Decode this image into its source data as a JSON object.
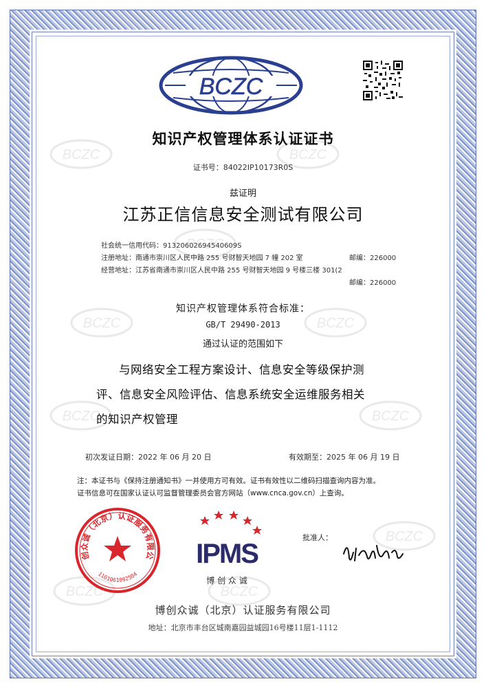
{
  "certificate": {
    "logo_text": "BCZC",
    "watermark_text": "BCZC",
    "title": "知识产权管理体系认证证书",
    "cert_number": "证书号：84022IP10173R0S",
    "hereby": "兹证明",
    "company": "江苏正信信息安全测试有限公司",
    "info": {
      "credit_code": "社会统一信用代码：91320602694540609S",
      "registered_address": "注册地址：南通市崇川区人民中路 255 号财智天地园 7 幢 202 室",
      "registered_postcode": "邮编：226000",
      "business_address": "经营地址：江苏省南通市崇川区人民中路 255 号财智天地园 9 号楼三楼 301(2",
      "business_postcode": "邮编：226000"
    },
    "standard_label": "知识产权管理体系符合标准：",
    "standard_code": "GB/T 29490-2013",
    "scope_label": "通过认证的范围如下",
    "scope_lines": [
      "与网络安全工程方案设计、信息安全等级保护测",
      "评、信息安全风险评估、信息系统安全运维服务相关",
      "的知识产权管理"
    ],
    "initial_date": "初次发证日期：2022 年 06 月 20 日",
    "expiry_date": "有效期至：2025 年 06 月 19 日",
    "note_lines": [
      "注：本证书与《保持注册通知书》一并使用方可有效。证书有效性以二维码扫描查询内容为准。",
      "证书信息可在国家认证认可监督管理委员会官方网站（www.cnca.gov.cn）上查询。"
    ],
    "seal_text": "博创众诚（北京）认证服务有限公司",
    "seal_number": "1101061092504",
    "ipms_logo": "IPMS",
    "ipms_caption": "博 创 众 诚",
    "approver_label": "批准人：",
    "issuer": "博创众诚（北京）认证服务有限公司",
    "address": "地址：北京市丰台区城南嘉园益城园16号楼11层1-1112"
  },
  "colors": {
    "logo_blue": "#2a3f8f",
    "seal_red": "#d8262c",
    "ipms_navy": "#2b2b6b",
    "frame_blue": "#7f93c4"
  }
}
